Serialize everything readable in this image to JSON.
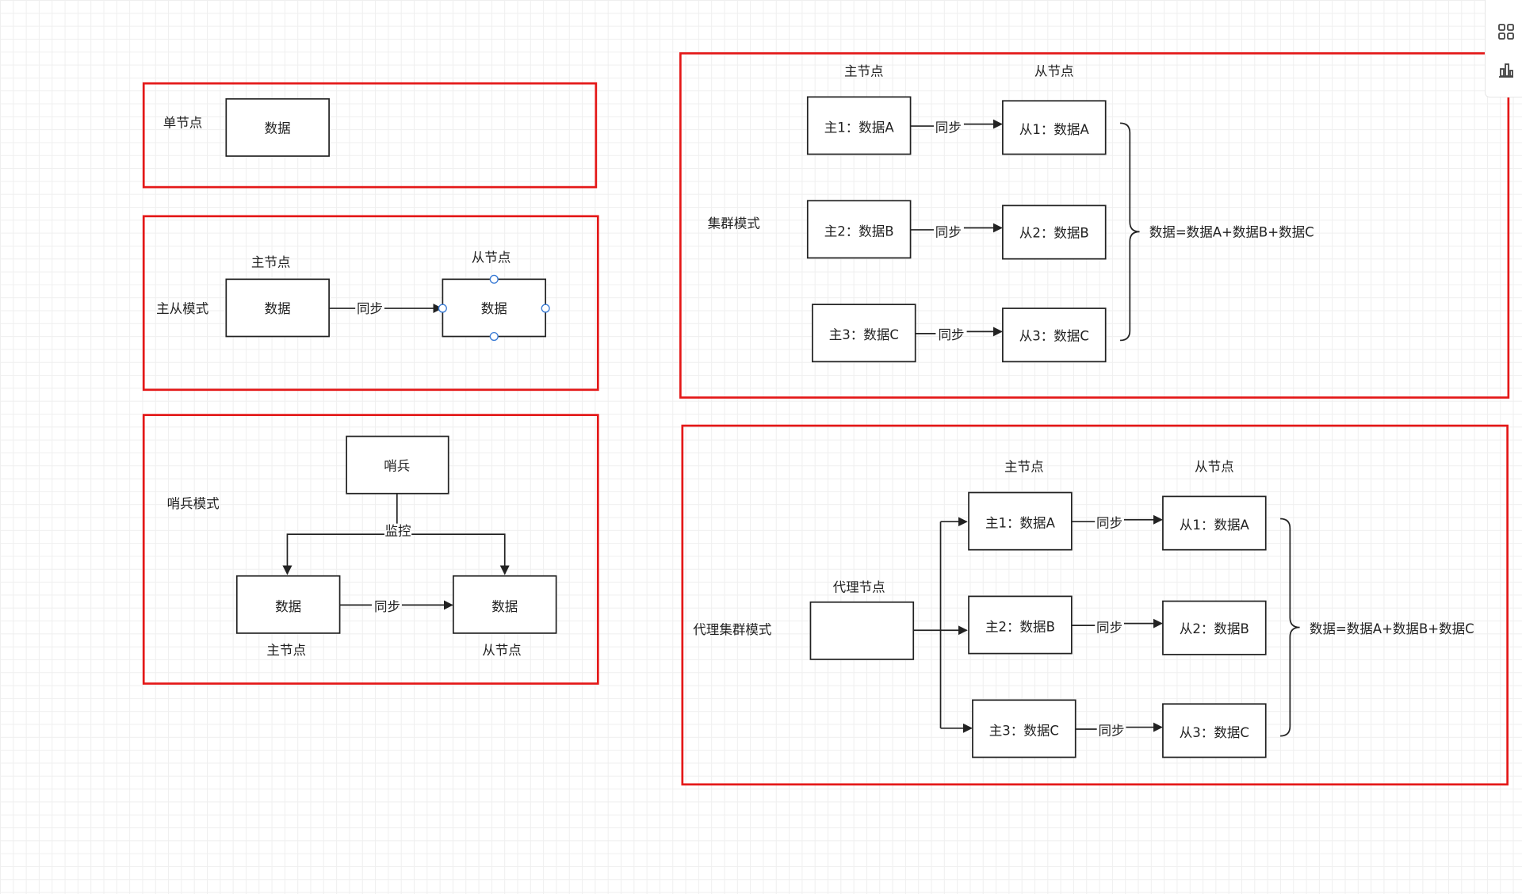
{
  "labels": {
    "single": "单节点",
    "master_slave": "主从模式",
    "sentinel_mode": "哨兵模式",
    "cluster": "集群模式",
    "proxy_cluster": "代理集群模式",
    "master": "主节点",
    "slave": "从节点",
    "proxy": "代理节点",
    "data": "数据",
    "sync": "同步",
    "monitor": "监控",
    "sentinel": "哨兵",
    "sum": "数据=数据A+数据B+数据C"
  },
  "cluster_masters": [
    "主1：数据A",
    "主2：数据B",
    "主3：数据C"
  ],
  "cluster_slaves": [
    "从1：数据A",
    "从2：数据B",
    "从3：数据C"
  ],
  "toolbar": [
    "grid-icon",
    "chart-icon"
  ]
}
